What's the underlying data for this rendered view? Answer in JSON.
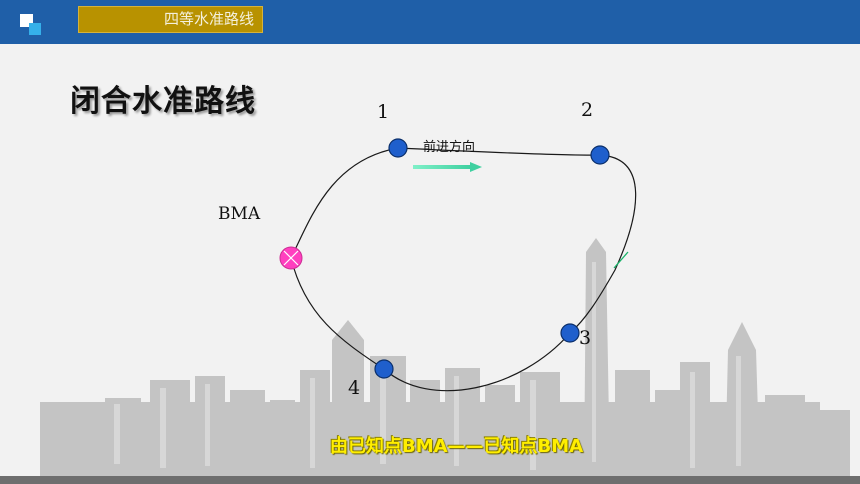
{
  "header": {
    "section_label": "四等水准路线"
  },
  "page_title": "闭合水准路线",
  "diagram": {
    "points": [
      {
        "label": "BMA",
        "kind": "benchmark"
      },
      {
        "label": "1",
        "kind": "station"
      },
      {
        "label": "2",
        "kind": "station"
      },
      {
        "label": "3",
        "kind": "station"
      },
      {
        "label": "4",
        "kind": "station"
      }
    ],
    "direction_label": "前进方向"
  },
  "caption": "由已知点BMA——已知点BMA",
  "colors": {
    "header_bar": "#1f5fa8",
    "section_tab": "#b89200",
    "station": "#1f5fcc",
    "benchmark": "#ff3fbf",
    "arrow": "#7ff0c8",
    "caption": "#ffee00"
  }
}
